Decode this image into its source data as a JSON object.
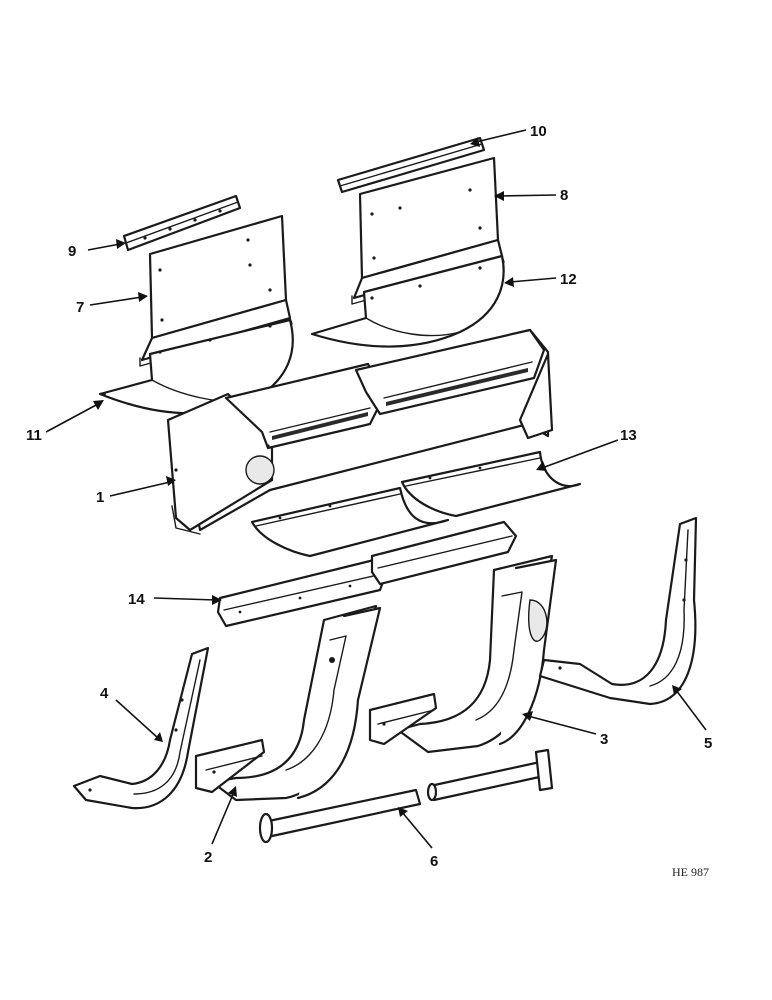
{
  "callouts": [
    {
      "id": "1",
      "label": "1"
    },
    {
      "id": "2",
      "label": "2"
    },
    {
      "id": "3",
      "label": "3"
    },
    {
      "id": "4",
      "label": "4"
    },
    {
      "id": "5",
      "label": "5"
    },
    {
      "id": "6",
      "label": "6"
    },
    {
      "id": "7",
      "label": "7"
    },
    {
      "id": "8",
      "label": "8"
    },
    {
      "id": "9",
      "label": "9"
    },
    {
      "id": "10",
      "label": "10"
    },
    {
      "id": "11",
      "label": "11"
    },
    {
      "id": "12",
      "label": "12"
    },
    {
      "id": "13",
      "label": "13"
    },
    {
      "id": "14",
      "label": "14"
    }
  ],
  "drawing_ref": "HE 987"
}
